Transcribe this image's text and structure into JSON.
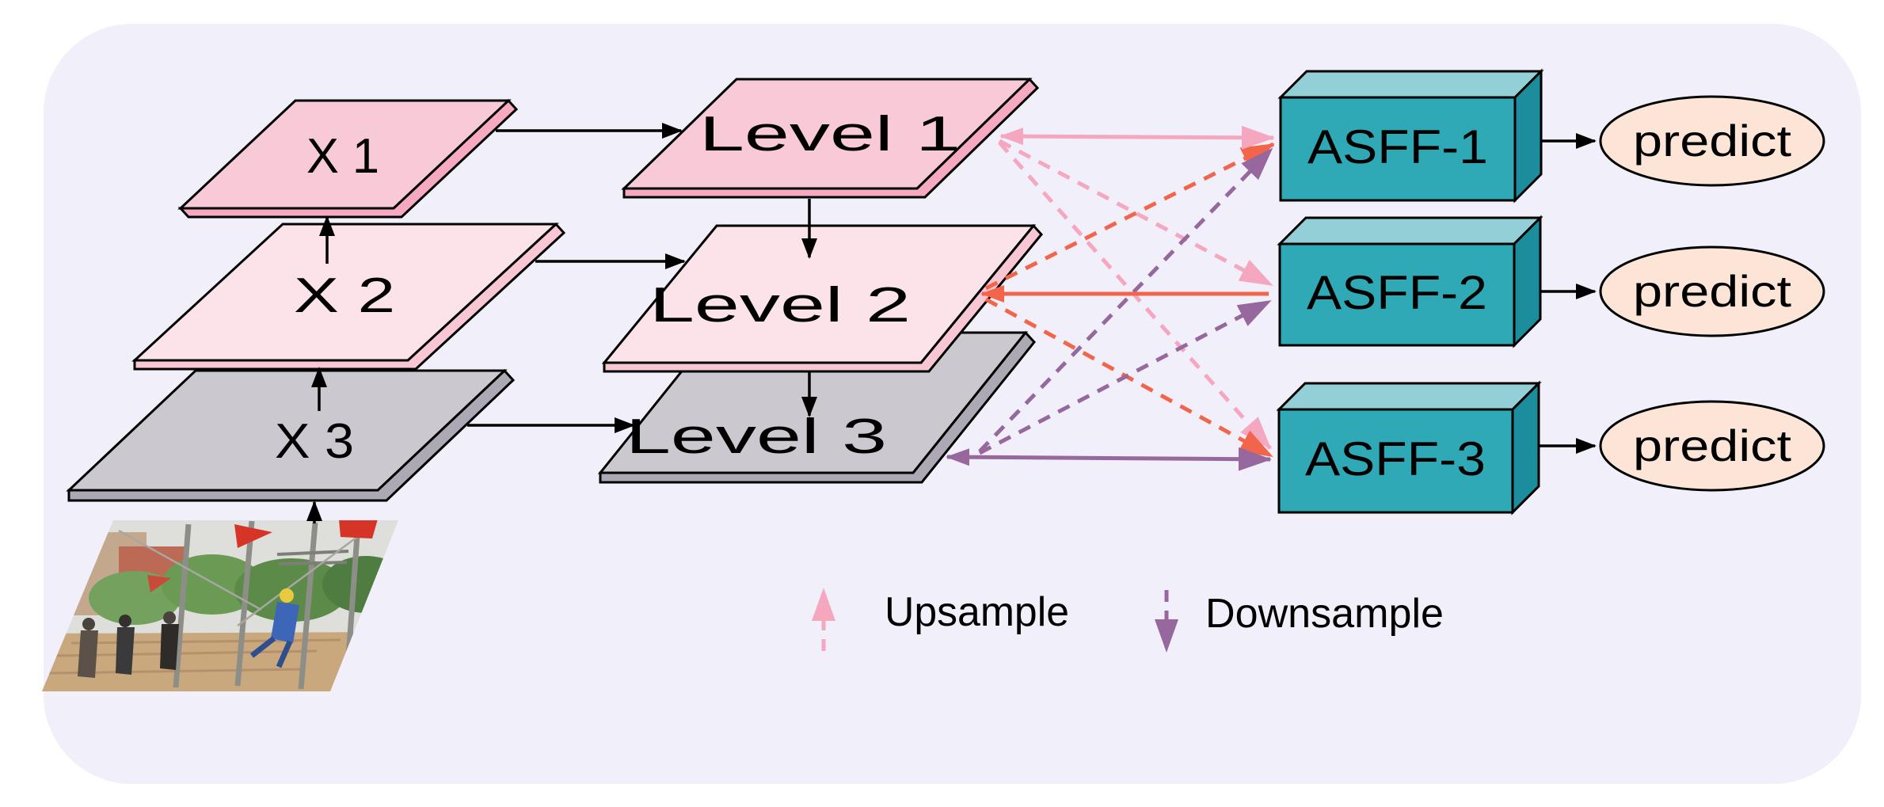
{
  "figure": {
    "title_semantic": "ASFF (Adaptively Spatial Feature Fusion) architecture diagram",
    "panel_color": "#F1EFF9",
    "backbone": {
      "layers": [
        {
          "label": "X 1"
        },
        {
          "label": "X 2"
        },
        {
          "label": "X 3"
        }
      ]
    },
    "pyramid": {
      "levels": [
        {
          "label": "Level 1"
        },
        {
          "label": "Level 2"
        },
        {
          "label": "Level 3"
        }
      ]
    },
    "fusion": {
      "modules": [
        {
          "label": "ASFF-1"
        },
        {
          "label": "ASFF-2"
        },
        {
          "label": "ASFF-3"
        }
      ]
    },
    "outputs": [
      {
        "label": "predict"
      },
      {
        "label": "predict"
      },
      {
        "label": "predict"
      }
    ],
    "legend": {
      "upsample_label": "Upsample",
      "downsample_label": "Downsample"
    },
    "input_image": {
      "description": "photo: workers climbing utility poles on a street with red flags and trees"
    },
    "colors": {
      "panel": "#F1EFF9",
      "plate_pink": "#F8C9D6",
      "plate_pink_band": "#F6A9C0",
      "plate_rose": "#FBE3E9",
      "plate_rose_band": "#F9C6D3",
      "plate_gray": "#CBC8D0",
      "plate_gray_band": "#ACA9B5",
      "teal_front": "#2FA9B6",
      "teal_top": "#92CFD6",
      "teal_side": "#1B8D9D",
      "predict_fill": "#FCE5D7",
      "pink": "#F4A7BE",
      "orange": "#F3654A",
      "purple": "#96689E",
      "black": "#000000"
    }
  }
}
